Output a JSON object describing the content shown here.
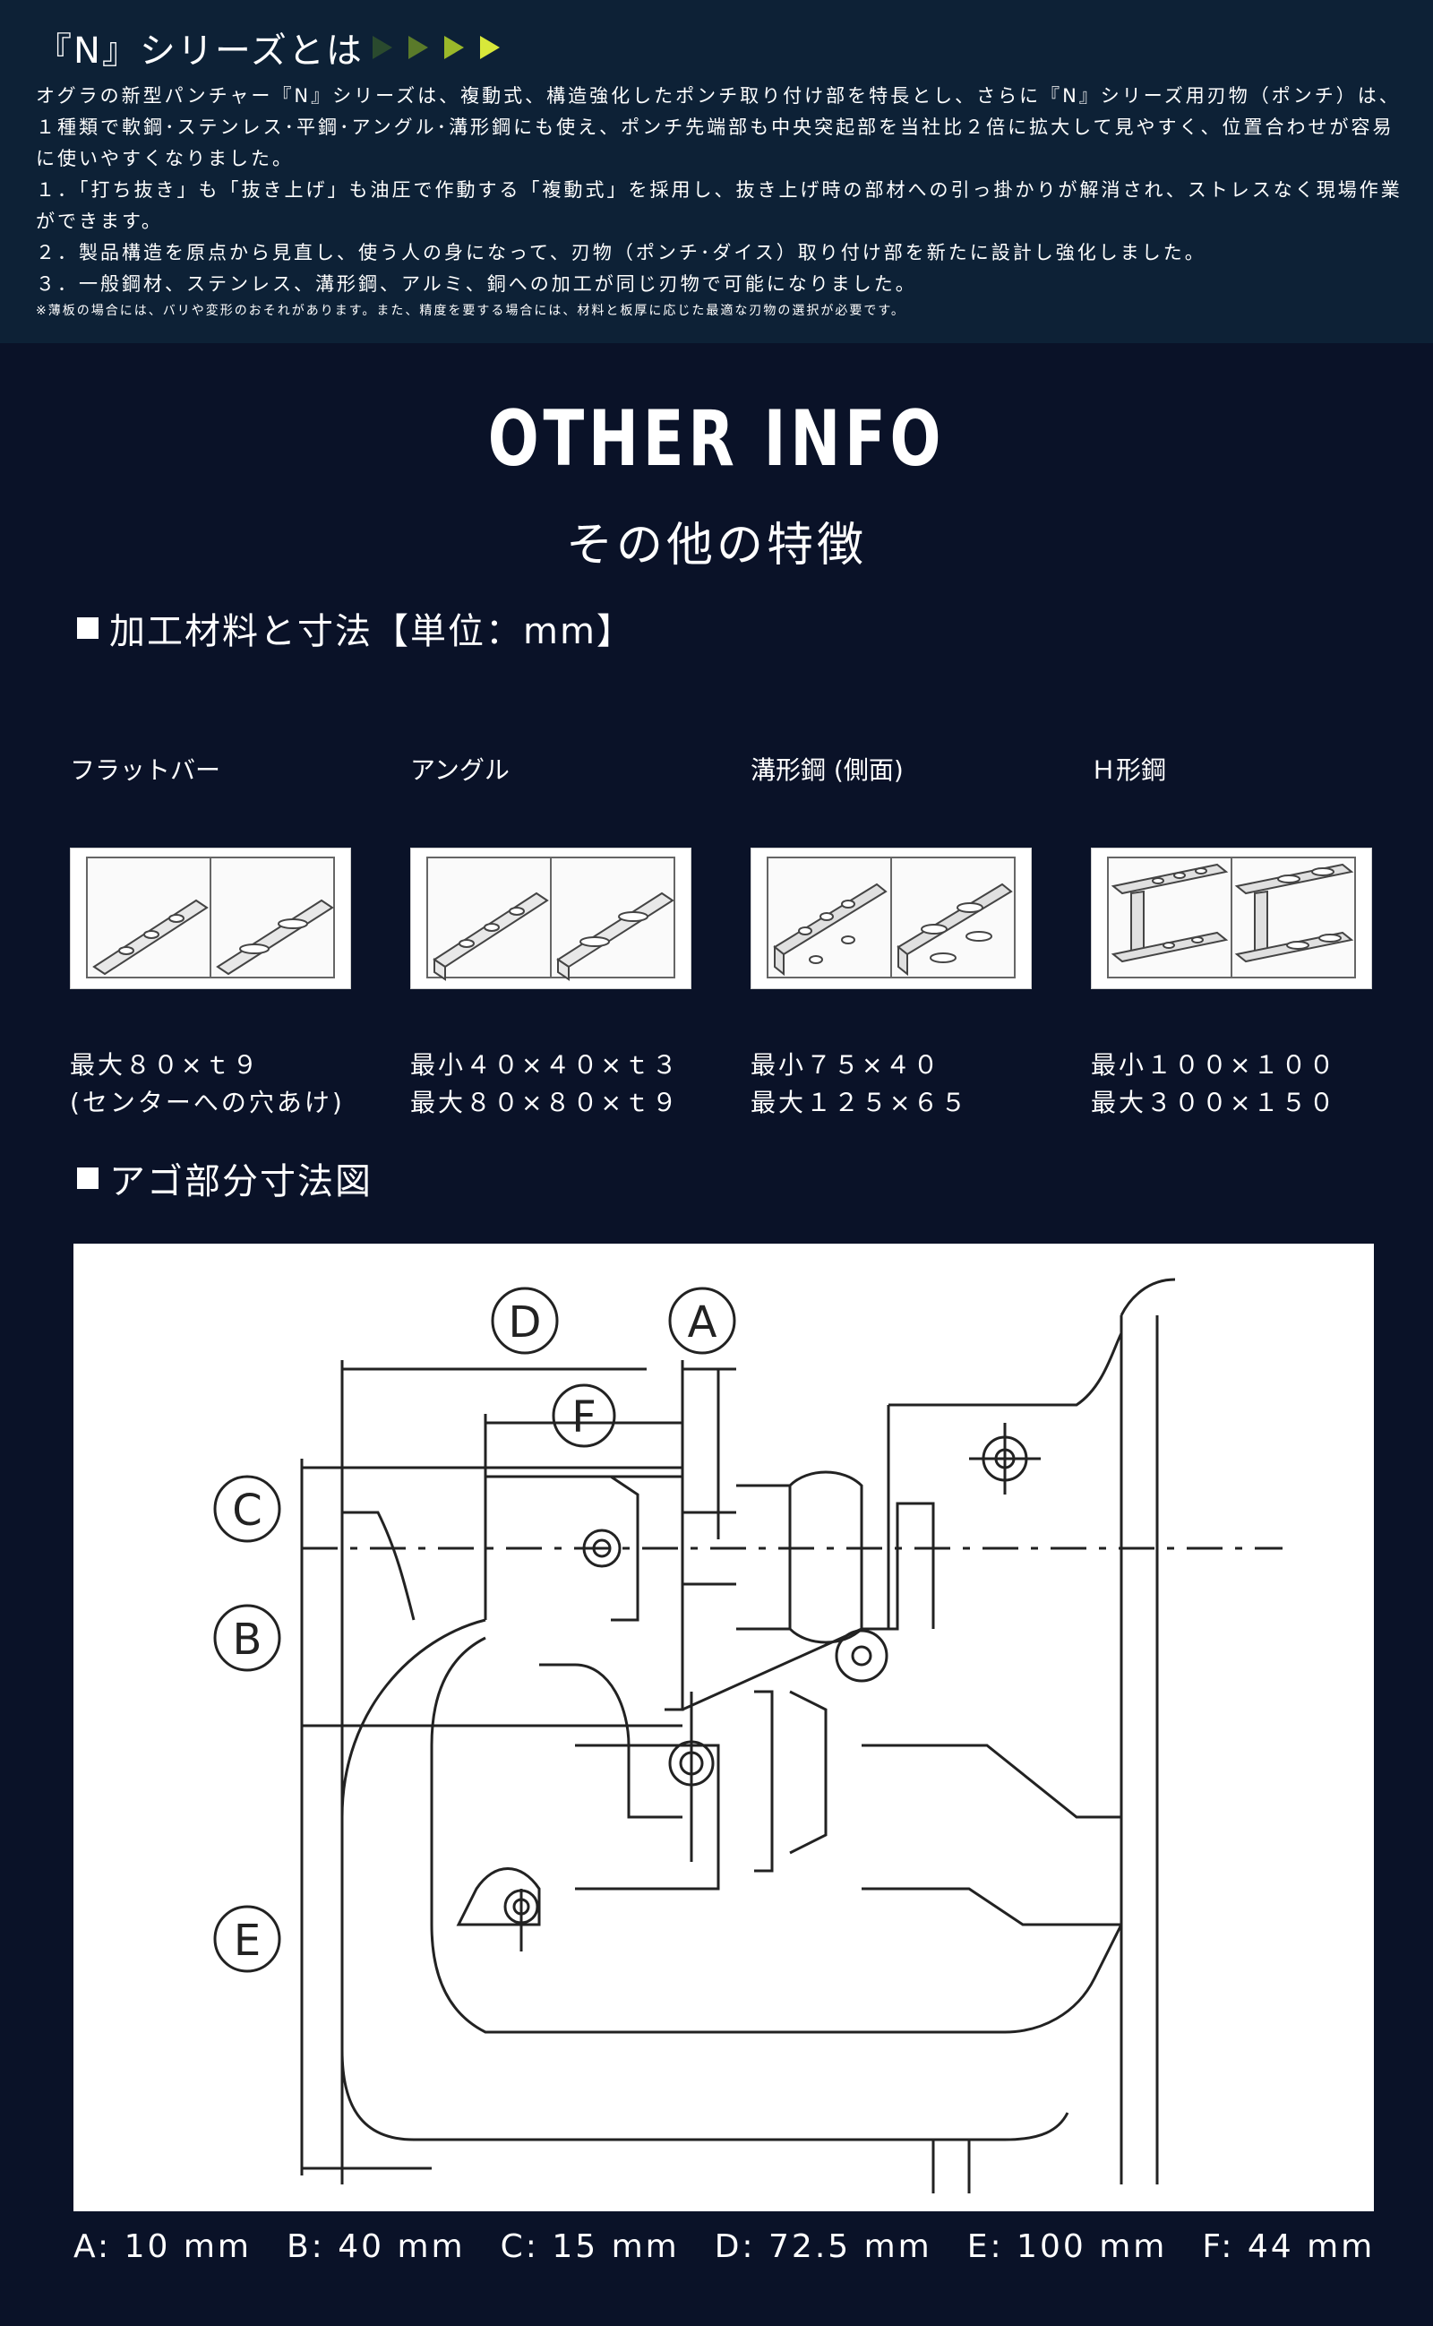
{
  "intro": {
    "title": "『N』シリーズとは",
    "arrow_colors": [
      "#2a4a2e",
      "#5a7a2a",
      "#9ab82a",
      "#d8e83a"
    ],
    "paragraphs": [
      "オグラの新型パンチャー『N』シリーズは、複動式、構造強化したポンチ取り付け部を特長とし、さらに『N』シリーズ用刃物（ポンチ）は、１種類で軟鋼･ステンレス･平鋼･アングル･溝形鋼にも使え、ポンチ先端部も中央突起部を当社比２倍に拡大して見やすく、位置合わせが容易に使いやすくなりました。",
      "１．「打ち抜き」も「抜き上げ」も油圧で作動する「複動式」を採用し、抜き上げ時の部材への引っ掛かりが解消され、ストレスなく現場作業ができます。",
      "２．製品構造を原点から見直し、使う人の身になって、刃物（ポンチ･ダイス）取り付け部を新たに設計し強化しました。",
      "３．一般鋼材、ステンレス、溝形鋼、アルミ、銅への加工が同じ刃物で可能になりました。"
    ],
    "note": "※薄板の場合には、バリや変形のおそれがあります。また、精度を要する場合には、材料と板厚に応じた最適な刃物の選択が必要です。"
  },
  "section": {
    "title": "OTHER INFO",
    "subtitle": "その他の特徴"
  },
  "materials_heading": "加工材料と寸法【単位：mm】",
  "materials": [
    {
      "name": "フラットバー",
      "dims": [
        "最大８０×ｔ９",
        "(センターへの穴あけ)"
      ],
      "icon": "flat-bar-image"
    },
    {
      "name": "アングル",
      "dims": [
        "最小４０×４０×ｔ３",
        "最大８０×８０×ｔ９"
      ],
      "icon": "angle-image"
    },
    {
      "name": "溝形鋼 (側面)",
      "dims": [
        "最小７５×４０",
        "最大１２５×６５"
      ],
      "icon": "channel-image"
    },
    {
      "name": "Ｈ形鋼",
      "dims": [
        "最小１００×１００",
        "最大３００×１５０"
      ],
      "icon": "h-beam-image"
    }
  ],
  "jaw_heading": "アゴ部分寸法図",
  "diagram_labels": {
    "A": "A",
    "B": "B",
    "C": "C",
    "D": "D",
    "E": "E",
    "F": "F"
  },
  "dimensions_line": "A: 10 mm　B: 40 mm　C: 15 mm　D: 72.5 mm　E: 100 mm　F: 44 mm"
}
